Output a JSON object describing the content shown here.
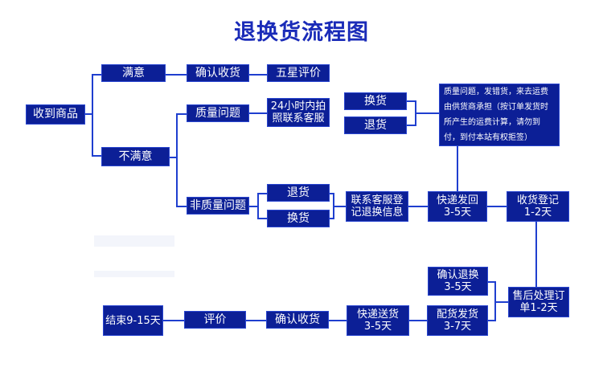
{
  "title": "退换货流程图",
  "colors": {
    "box_fill": "#0c1f96",
    "connector": "#1f3fcf",
    "title": "#1a2bb8",
    "text": "#ffffff"
  },
  "nodes": {
    "received": "收到商品",
    "satisfied": "满意",
    "confirm_receipt_top": "确认收货",
    "five_star": "五星评价",
    "unsatisfied": "不满意",
    "quality_issue": "质量问题",
    "photo_contact": "24小时内拍\n照联系客服",
    "exchange_top": "换货",
    "return_top": "退货",
    "shipping_note": "质量问题，发错货，来去运费由供货商承担（按订单发货时所产生的运费计算，请勿到付，到付本站有权拒签）",
    "non_quality_issue": "非质量问题",
    "return_mid": "退货",
    "exchange_mid": "换货",
    "contact_register": "联系客服登\n记退换信息",
    "ship_back": "快递发回\n3-5天",
    "receive_register": "收货登记\n1-2天",
    "after_sale": "售后处理订\n单1-2天",
    "confirm_exchange": "确认退换\n3-5天",
    "pick_ship": "配货发货\n3-7天",
    "deliver": "快递送货\n3-5天",
    "confirm_receipt_bottom": "确认收货",
    "review": "评价",
    "end": "结束9-15天"
  }
}
